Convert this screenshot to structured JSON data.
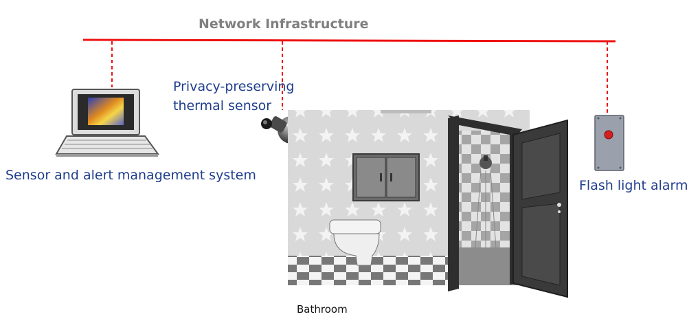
{
  "title": "Network Infrastructure",
  "labels": {
    "sensor": [
      "Privacy-preserving",
      "thermal sensor"
    ],
    "management": "Sensor and alert management system",
    "flash": "Flash light alarm",
    "bathroom": "Bathroom"
  },
  "colors": {
    "network_line": "#ee1111",
    "label_text": "#1f3d8c",
    "title_text": "#7f7f7f"
  },
  "icons": [
    "laptop-icon",
    "thermal-sensor-icon",
    "flash-alarm-icon",
    "bathroom-illustration"
  ]
}
